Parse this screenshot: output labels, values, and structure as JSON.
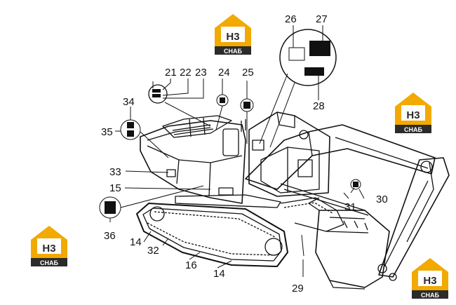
{
  "diagram": {
    "logo": {
      "badge": "H3",
      "caption": "CHAБ"
    },
    "callouts": {
      "c14": "14",
      "c15": "15",
      "c16": "16",
      "c21": "21",
      "c22": "22",
      "c23": "23",
      "c24": "24",
      "c25": "25",
      "c26": "26",
      "c27": "27",
      "c28": "28",
      "c29": "29",
      "c30": "30",
      "c31": "31",
      "c32": "32",
      "c33": "33",
      "c34": "34",
      "c35": "35",
      "c36": "36"
    },
    "colors": {
      "logo_orange": "#f2a900",
      "logo_dark": "#2b2b2b",
      "line": "#111111"
    }
  }
}
